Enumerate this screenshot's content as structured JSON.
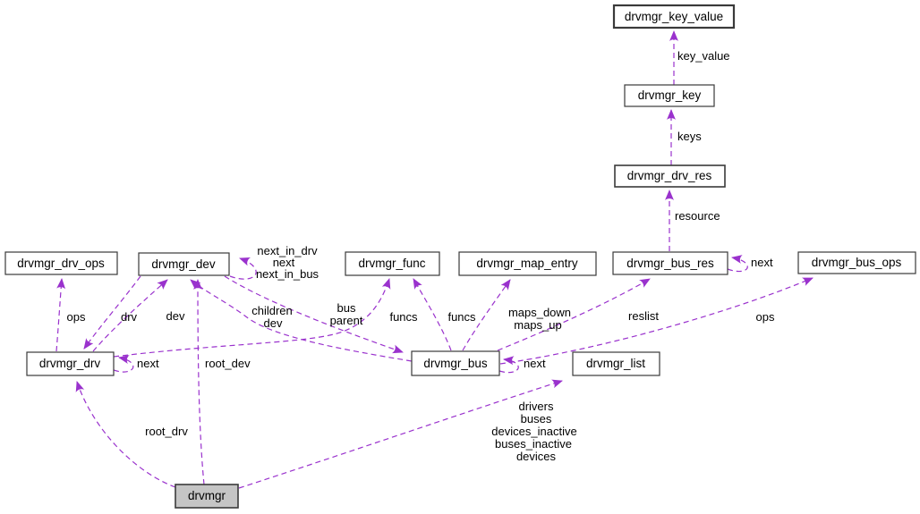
{
  "diagram": {
    "kind": "collaboration-graph",
    "colors": {
      "edge": "#9a32cd",
      "node_border": "#3a3a3a",
      "node_fill": "#ffffff",
      "main_node_fill": "#c5c5c5",
      "text": "#000000",
      "background": "#ffffff"
    },
    "nodes": {
      "key_value": "drvmgr_key_value",
      "key": "drvmgr_key",
      "drv_res": "drvmgr_drv_res",
      "bus_res": "drvmgr_bus_res",
      "bus_ops": "drvmgr_bus_ops",
      "map_entry": "drvmgr_map_entry",
      "func": "drvmgr_func",
      "dev": "drvmgr_dev",
      "drv_ops": "drvmgr_drv_ops",
      "drv": "drvmgr_drv",
      "bus": "drvmgr_bus",
      "list": "drvmgr_list",
      "mgr": "drvmgr"
    },
    "edge_labels": {
      "key_value": "key_value",
      "keys": "keys",
      "resource": "resource",
      "bus_res_next": "next",
      "reslist": "reslist",
      "bus_ops_ops": "ops",
      "maps_down": "maps_down",
      "maps_up": "maps_up",
      "funcs_bus": "funcs",
      "funcs_drv": "funcs",
      "children": "children",
      "children_dev": "dev",
      "bus": "bus",
      "parent": "parent",
      "next_in_drv": "next_in_drv",
      "dev_next": "next",
      "next_in_bus": "next_in_bus",
      "drv": "drv",
      "dev": "dev",
      "drv_ops_ops": "ops",
      "drv_next": "next",
      "bus_next": "next",
      "root_dev": "root_dev",
      "root_drv": "root_drv",
      "drivers": "drivers",
      "buses": "buses",
      "devices_inactive": "devices_inactive",
      "buses_inactive": "buses_inactive",
      "devices": "devices"
    }
  }
}
